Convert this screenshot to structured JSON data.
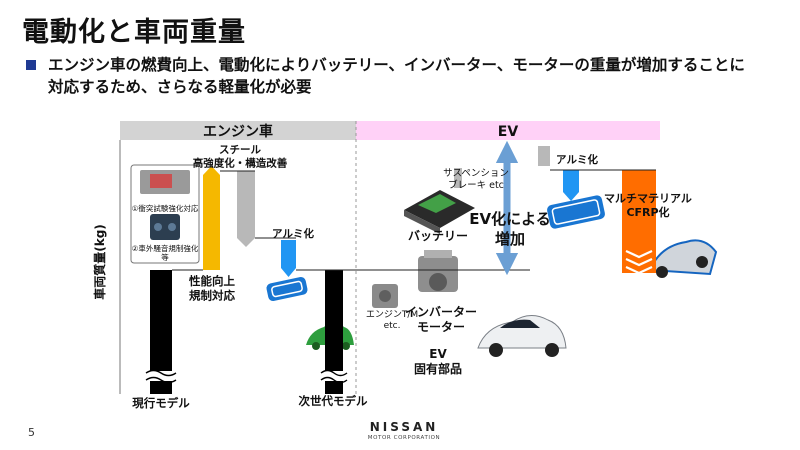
{
  "title": "電動化と車両重量",
  "bullet": {
    "line1": "エンジン車の燃費向上、電動化によりバッテリー、インバーター、モーターの重量が増加することに",
    "line2": "対応するため、さらなる軽量化が必要"
  },
  "chart_data": {
    "type": "bar",
    "subtype": "waterfall",
    "ylabel": "車両質量(kg)",
    "sections": [
      {
        "label": "エンジン車",
        "color": "#d3d3d3"
      },
      {
        "label": "EV",
        "color": "#ffd1f7"
      }
    ],
    "steps": [
      {
        "label": "現行モデル",
        "type": "total",
        "color": "#000000"
      },
      {
        "label": "性能向上\n規制対応",
        "type": "increase",
        "color": "#f5b800"
      },
      {
        "label": "スチール\n高強度化・構造改善",
        "type": "decrease",
        "color": "#b8b8b8"
      },
      {
        "label": "アルミ化",
        "type": "decrease",
        "color": "#2196f3"
      },
      {
        "label": "次世代モデル",
        "type": "total",
        "color": "#000000"
      },
      {
        "label": "エンジンT/M\netc.",
        "type": "decrease",
        "color": "#b8b8b8"
      },
      {
        "label": "インバーター\nモーター",
        "type": "increase",
        "color": "#b8b8b8"
      },
      {
        "label": "バッテリー",
        "type": "increase",
        "color": "#b8b8b8"
      },
      {
        "label": "サスペンション\nブレーキ etc",
        "type": "increase",
        "color": "#b8b8b8"
      },
      {
        "label": "アルミ化",
        "type": "decrease",
        "color": "#2196f3"
      },
      {
        "label": "マルチマテリアル\nCFRP化",
        "type": "decrease",
        "color": "#ff6d00"
      }
    ],
    "annotations": {
      "ev_increase": "EV化による\n増加",
      "ev_parts": "EV\n固有部品",
      "reinforcement_1": "①衝突試験強化対応",
      "reinforcement_2": "②車外騒音規制強化\n等"
    }
  },
  "footer": {
    "page": "5",
    "logo": "NISSAN",
    "logo_sub": "MOTOR CORPORATION"
  },
  "colors": {
    "black": "#000000",
    "yellow": "#f5b800",
    "gray": "#b8b8b8",
    "blue": "#2196f3",
    "orange": "#ff6d00",
    "arrow": "#6b9fd4",
    "bullet": "#1f3a93"
  }
}
